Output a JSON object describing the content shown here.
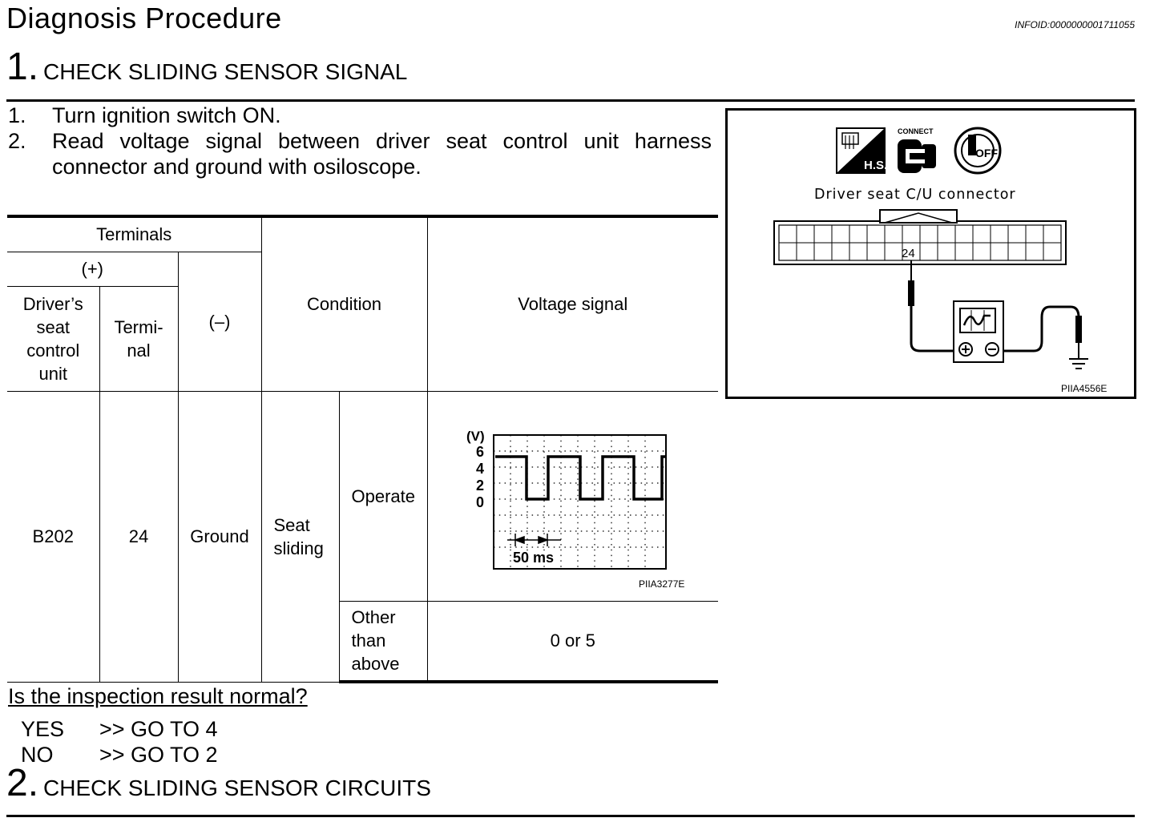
{
  "header": {
    "title": "Diagnosis  Procedure",
    "info_id": "INFOID:0000000001711055"
  },
  "step1": {
    "number": "1.",
    "title": "CHECK SLIDING SENSOR SIGNAL",
    "instructions": [
      {
        "num": "1.",
        "text": "Turn ignition switch ON."
      },
      {
        "num": "2.",
        "text": "Read voltage signal between driver seat control unit harness connector and ground with osiloscope."
      }
    ]
  },
  "table": {
    "terminals": "Terminals",
    "plus": "(+)",
    "unit_header": [
      "Driver’s",
      "seat",
      "control",
      "unit"
    ],
    "terminal_header": [
      "Termi-",
      "nal"
    ],
    "minus": "(–)",
    "condition": "Condition",
    "voltage_signal": "Voltage signal",
    "row": {
      "unit": "B202",
      "terminal": "24",
      "ground": "Ground",
      "condition": [
        "Seat",
        "sliding"
      ],
      "operate": "Operate",
      "other": [
        "Other",
        "than",
        "above"
      ],
      "other_value": "0 or 5"
    }
  },
  "waveform": {
    "unit_label": "(V)",
    "y_labels": [
      "6",
      "4",
      "2",
      "0"
    ],
    "time_label": "50 ms",
    "figure_code": "PIIA3277E"
  },
  "question": {
    "text": "Is the inspection result normal?",
    "answers": [
      {
        "label": "YES",
        "action": ">> GO TO 4"
      },
      {
        "label": "NO",
        "action": ">> GO TO 2"
      }
    ]
  },
  "step2": {
    "number": "2.",
    "title": "CHECK SLIDING SENSOR CIRCUITS"
  },
  "figure": {
    "icons": {
      "hs": "H.S.",
      "connect": "CONNECT",
      "off": "OFF"
    },
    "connector_label": "Driver seat C/U connector",
    "pin": "24",
    "figure_code": "PIIA4556E"
  }
}
